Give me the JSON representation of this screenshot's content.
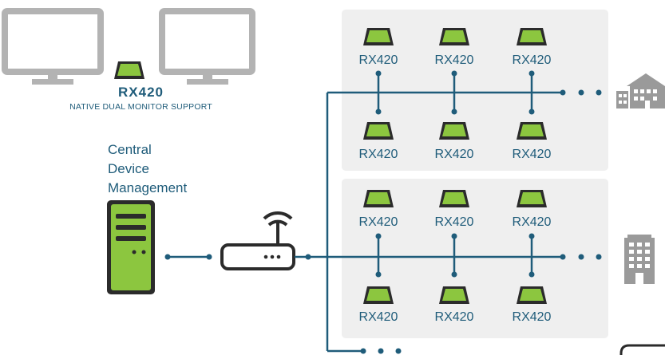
{
  "featured_device": {
    "name": "RX420",
    "caption": "NATIVE DUAL MONITOR SUPPORT"
  },
  "management": {
    "line1": "Central",
    "line2": "Device",
    "line3": "Management"
  },
  "receiver_label": "RX420",
  "groups": [
    {
      "top_row": [
        "RX420",
        "RX420",
        "RX420"
      ],
      "bottom_row": [
        "RX420",
        "RX420",
        "RX420"
      ],
      "site_icon": "office-building-icon"
    },
    {
      "top_row": [
        "RX420",
        "RX420",
        "RX420"
      ],
      "bottom_row": [
        "RX420",
        "RX420",
        "RX420"
      ],
      "site_icon": "tower-building-icon"
    }
  ],
  "colors": {
    "line": "#1f5c7a",
    "receiver_green": "#8cc63f",
    "receiver_dark": "#2b2b2b",
    "panel_bg": "#efefef",
    "monitor_gray": "#b3b3b3",
    "building_gray": "#9a9a9a"
  }
}
